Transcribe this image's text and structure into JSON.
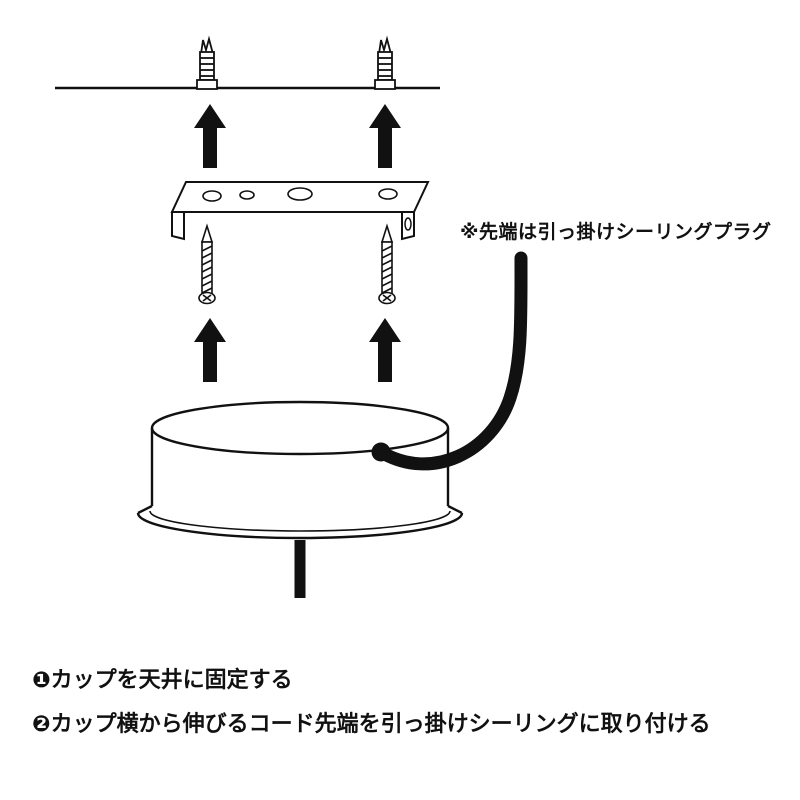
{
  "note": "※先端は引っ掛けシーリングプラグ",
  "steps": [
    "❶カップを天井に固定する",
    "❷カップ横から伸びるコード先端を引っ掛けシーリングに取り付ける"
  ],
  "colors": {
    "ink": "#111111",
    "background": "#ffffff"
  }
}
